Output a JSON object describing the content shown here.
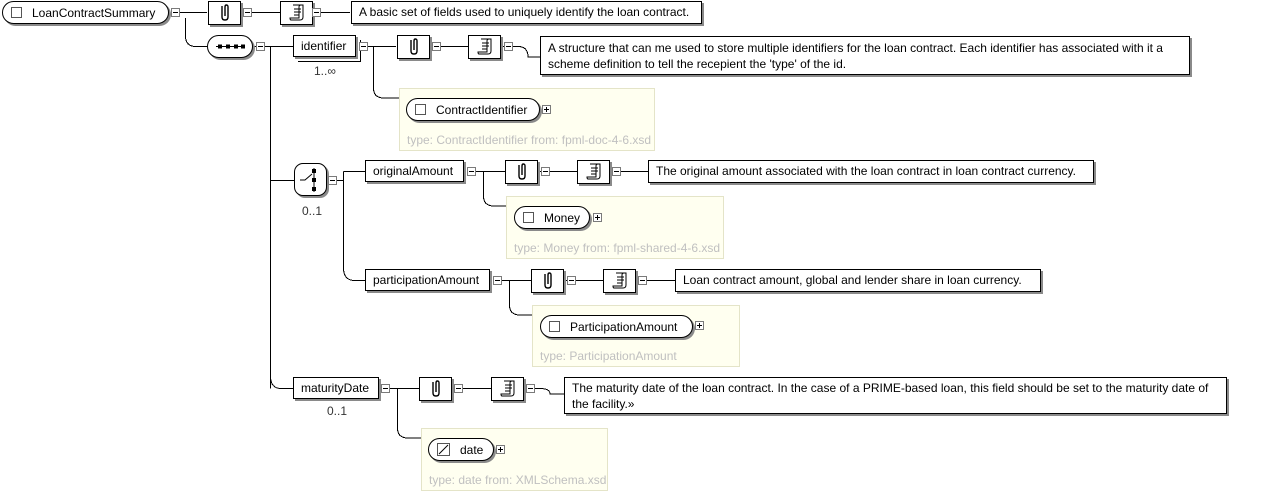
{
  "root": {
    "label": "LoanContractSummary",
    "doc": "A basic set of fields used to uniquely identify the loan contract."
  },
  "identifier": {
    "label": "identifier",
    "cardinality": "1..∞",
    "doc_line1": "A structure that can me used to store multiple identifiers for the loan contract. Each identifier has associated with it a",
    "doc_line2": "scheme definition to tell the recepient the 'type' of the id.",
    "type_label": "ContractIdentifier",
    "type_info": "type: ContractIdentifier from: fpml-doc-4-6.xsd"
  },
  "choice": {
    "cardinality": "0..1"
  },
  "originalAmount": {
    "label": "originalAmount",
    "doc": "The original amount associated with the loan contract in loan contract currency.",
    "type_label": "Money",
    "type_info": "type: Money from: fpml-shared-4-6.xsd"
  },
  "participationAmount": {
    "label": "participationAmount",
    "doc": "Loan contract amount, global and lender share in loan currency.",
    "type_label": "ParticipationAmount",
    "type_info": "type: ParticipationAmount"
  },
  "maturityDate": {
    "label": "maturityDate",
    "cardinality": "0..1",
    "doc_line1": "The maturity date of the loan contract. In the case of a PRIME-based loan, this field should be set to the maturity date of",
    "doc_line2": "the facility.»",
    "type_label": "date",
    "type_info": "type: date from: XMLSchema.xsd"
  },
  "icons": {
    "annotation": "appinfo-icon",
    "documentation": "documentation-scroll-icon"
  }
}
